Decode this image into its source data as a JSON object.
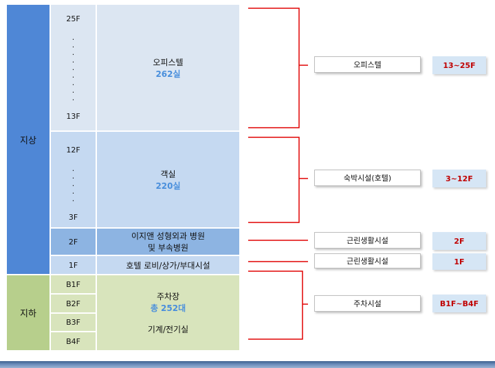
{
  "zones": {
    "above": "지상",
    "below": "지하"
  },
  "floors": {
    "office_top": "25F",
    "office_bottom": "13F",
    "hotel_top": "12F",
    "hotel_bottom": "3F",
    "clinic": "2F",
    "lobby": "1F",
    "b1": "B1F",
    "b2": "B2F",
    "b3": "B3F",
    "b4": "B4F"
  },
  "uses": {
    "office_name": "오피스텔",
    "office_count": "262실",
    "hotel_name": "객실",
    "hotel_count": "220실",
    "clinic_line1": "이지앤 성형외과 병원",
    "clinic_line2": "및 부속병원",
    "lobby": "호텔 로비/상가/부대시설",
    "parking_name": "주차장",
    "parking_count": "총 252대",
    "machine": "기계/전기실"
  },
  "labels": [
    {
      "name": "오피스텔",
      "floors": "13~25F"
    },
    {
      "name": "숙박시설(호텔)",
      "floors": "3~12F"
    },
    {
      "name": "근린생활시설",
      "floors": "2F"
    },
    {
      "name": "근린생활시설",
      "floors": "1F"
    },
    {
      "name": "주차시설",
      "floors": "B1F~B4F"
    }
  ],
  "colors": {
    "above_zone": "#4f87d6",
    "below_zone": "#b7cf8c",
    "office": "#dce6f2",
    "hotel": "#c5d9f1",
    "mid": "#8db4e2",
    "parking": "#d8e4bc",
    "bracket": "#e00000"
  }
}
